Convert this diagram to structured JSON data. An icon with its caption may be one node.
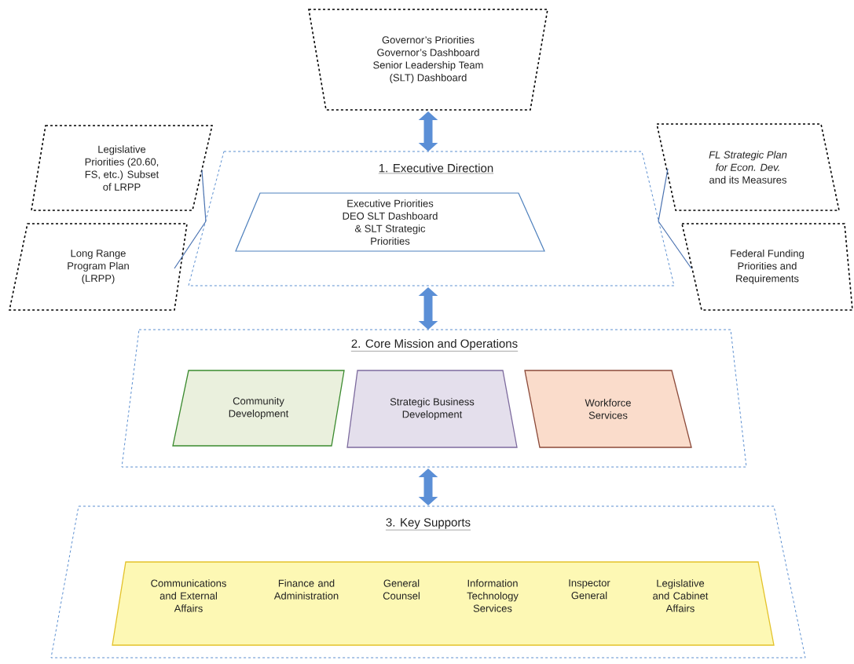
{
  "diagram": {
    "nodes": [
      {
        "text": [
          "Governor’s Priorities Governor’s Dashboard Senior Leadership Team (SLT) Dashboard"
        ]
      },
      {
        "text": [
          "1. Executive Direction"
        ]
      },
      {
        "text": [
          "Executive Priorities DEO SLT Dashboard & SLT Strategic Priorities"
        ],
        "in": 1
      },
      {
        "text": [
          "Legislative Priorities (20.60, FS, etc.) Subset of LRPP"
        ]
      },
      {
        "text": [
          "Long Range Program Plan (LRPP)"
        ]
      },
      {
        "text": [
          "*FL Strategic Plan for Econ. Dev.* and its Measures"
        ]
      },
      {
        "text": [
          "Federal Funding Priorities and Requirements"
        ]
      },
      {
        "text": [
          "2. Core Mission and Operations"
        ]
      },
      {
        "text": [
          "Community Development"
        ],
        "in": 7
      },
      {
        "text": [
          "Strategic Business Development"
        ],
        "in": 7
      },
      {
        "text": [
          "Workforce Services"
        ],
        "in": 7
      },
      {
        "text": [
          "3. Key Supports"
        ]
      },
      {
        "text": [
          "Communications and External Affairs",
          "Finance and Administration",
          "General Counsel",
          "Information Technology Services",
          "Inspector General",
          "Legislative and Cabinet Affairs"
        ],
        "in": 11
      }
    ],
    "edges": [
      {
        "from": 0,
        "to": 1,
        "arrow": "both",
        "style": "thick",
        "color": "#5b8fd6"
      },
      {
        "from": 3,
        "to": 1,
        "arrow": "none"
      },
      {
        "from": 4,
        "to": 1,
        "arrow": "none"
      },
      {
        "from": 5,
        "to": 1,
        "arrow": "none"
      },
      {
        "from": 6,
        "to": 1,
        "arrow": "none"
      },
      {
        "from": 1,
        "to": 7,
        "arrow": "both",
        "style": "thick",
        "color": "#5b8fd6"
      },
      {
        "from": 7,
        "to": 11,
        "arrow": "both",
        "style": "thick",
        "color": "#5b8fd6"
      }
    ]
  }
}
